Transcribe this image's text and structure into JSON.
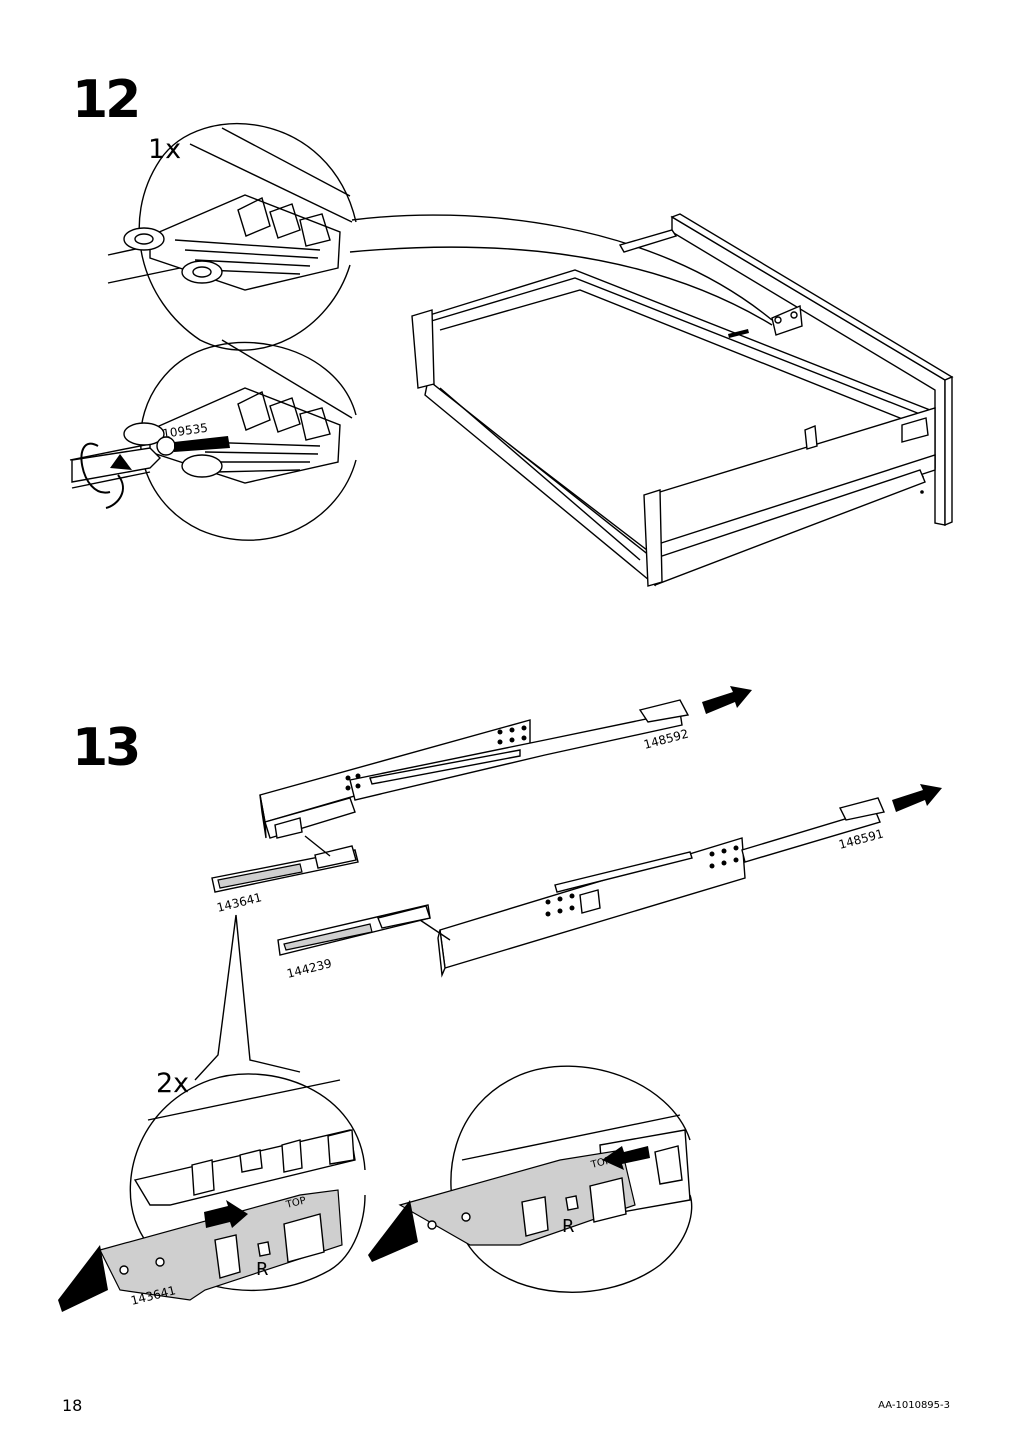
{
  "steps": [
    {
      "number": "12",
      "quantity": "1x",
      "part_number": "109535"
    },
    {
      "number": "13",
      "quantity": "2x",
      "part_numbers": {
        "runner_top": "148592",
        "runner_bottom": "148591",
        "clip_a": "143641",
        "clip_b": "144239",
        "detail_clip": "143641"
      },
      "detail_label_top": "TOP",
      "detail_label_side": "R"
    }
  ],
  "footer": {
    "page_number": "18",
    "document_id": "AA-1010895-3"
  }
}
